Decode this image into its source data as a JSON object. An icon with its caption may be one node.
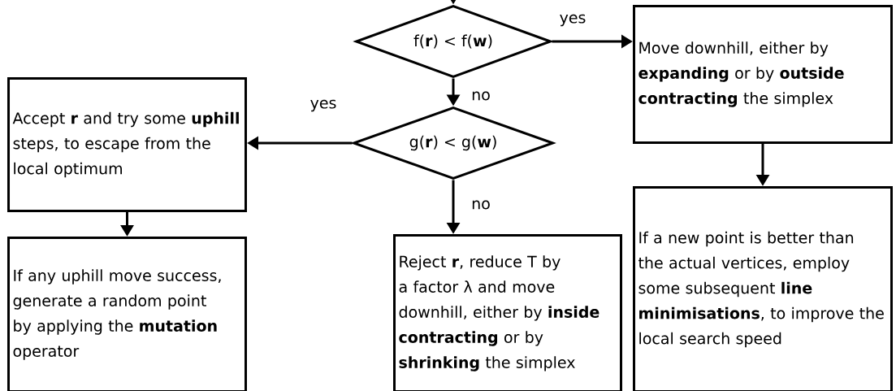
{
  "diagram": {
    "nodes": [
      {
        "text": [
          "f(**r**) < f(**w**)"
        ]
      },
      {
        "text": [
          "Move downhill, either by **expanding** or by **outside contracting** the simplex"
        ]
      },
      {
        "text": [
          "Accept **r** and try some **uphill** steps, to escape from the local optimum"
        ]
      },
      {
        "text": [
          "g(**r**) < g(**w**)"
        ]
      },
      {
        "text": [
          "If a new point is better than the actual vertices, employ some subsequent **line minimisations**, to improve the local search speed"
        ]
      },
      {
        "text": [
          "If any uphill move success, generate a random point by applying the **mutation** operator"
        ]
      },
      {
        "text": [
          "Reject **r**, reduce T by a factor λ and move downhill, either by **inside contracting** or by **shrinking** the simplex"
        ]
      }
    ],
    "edges": [
      {
        "from": null,
        "to": 0,
        "arrow": "to"
      },
      {
        "from": 0,
        "to": 1,
        "arrow": "to",
        "label": "yes"
      },
      {
        "from": 0,
        "to": 3,
        "arrow": "to",
        "label": "no"
      },
      {
        "from": 3,
        "to": 2,
        "arrow": "to",
        "label": "yes"
      },
      {
        "from": 3,
        "to": 6,
        "arrow": "to",
        "label": "no"
      },
      {
        "from": 1,
        "to": 4,
        "arrow": "to"
      },
      {
        "from": 2,
        "to": 5,
        "arrow": "to"
      }
    ]
  }
}
